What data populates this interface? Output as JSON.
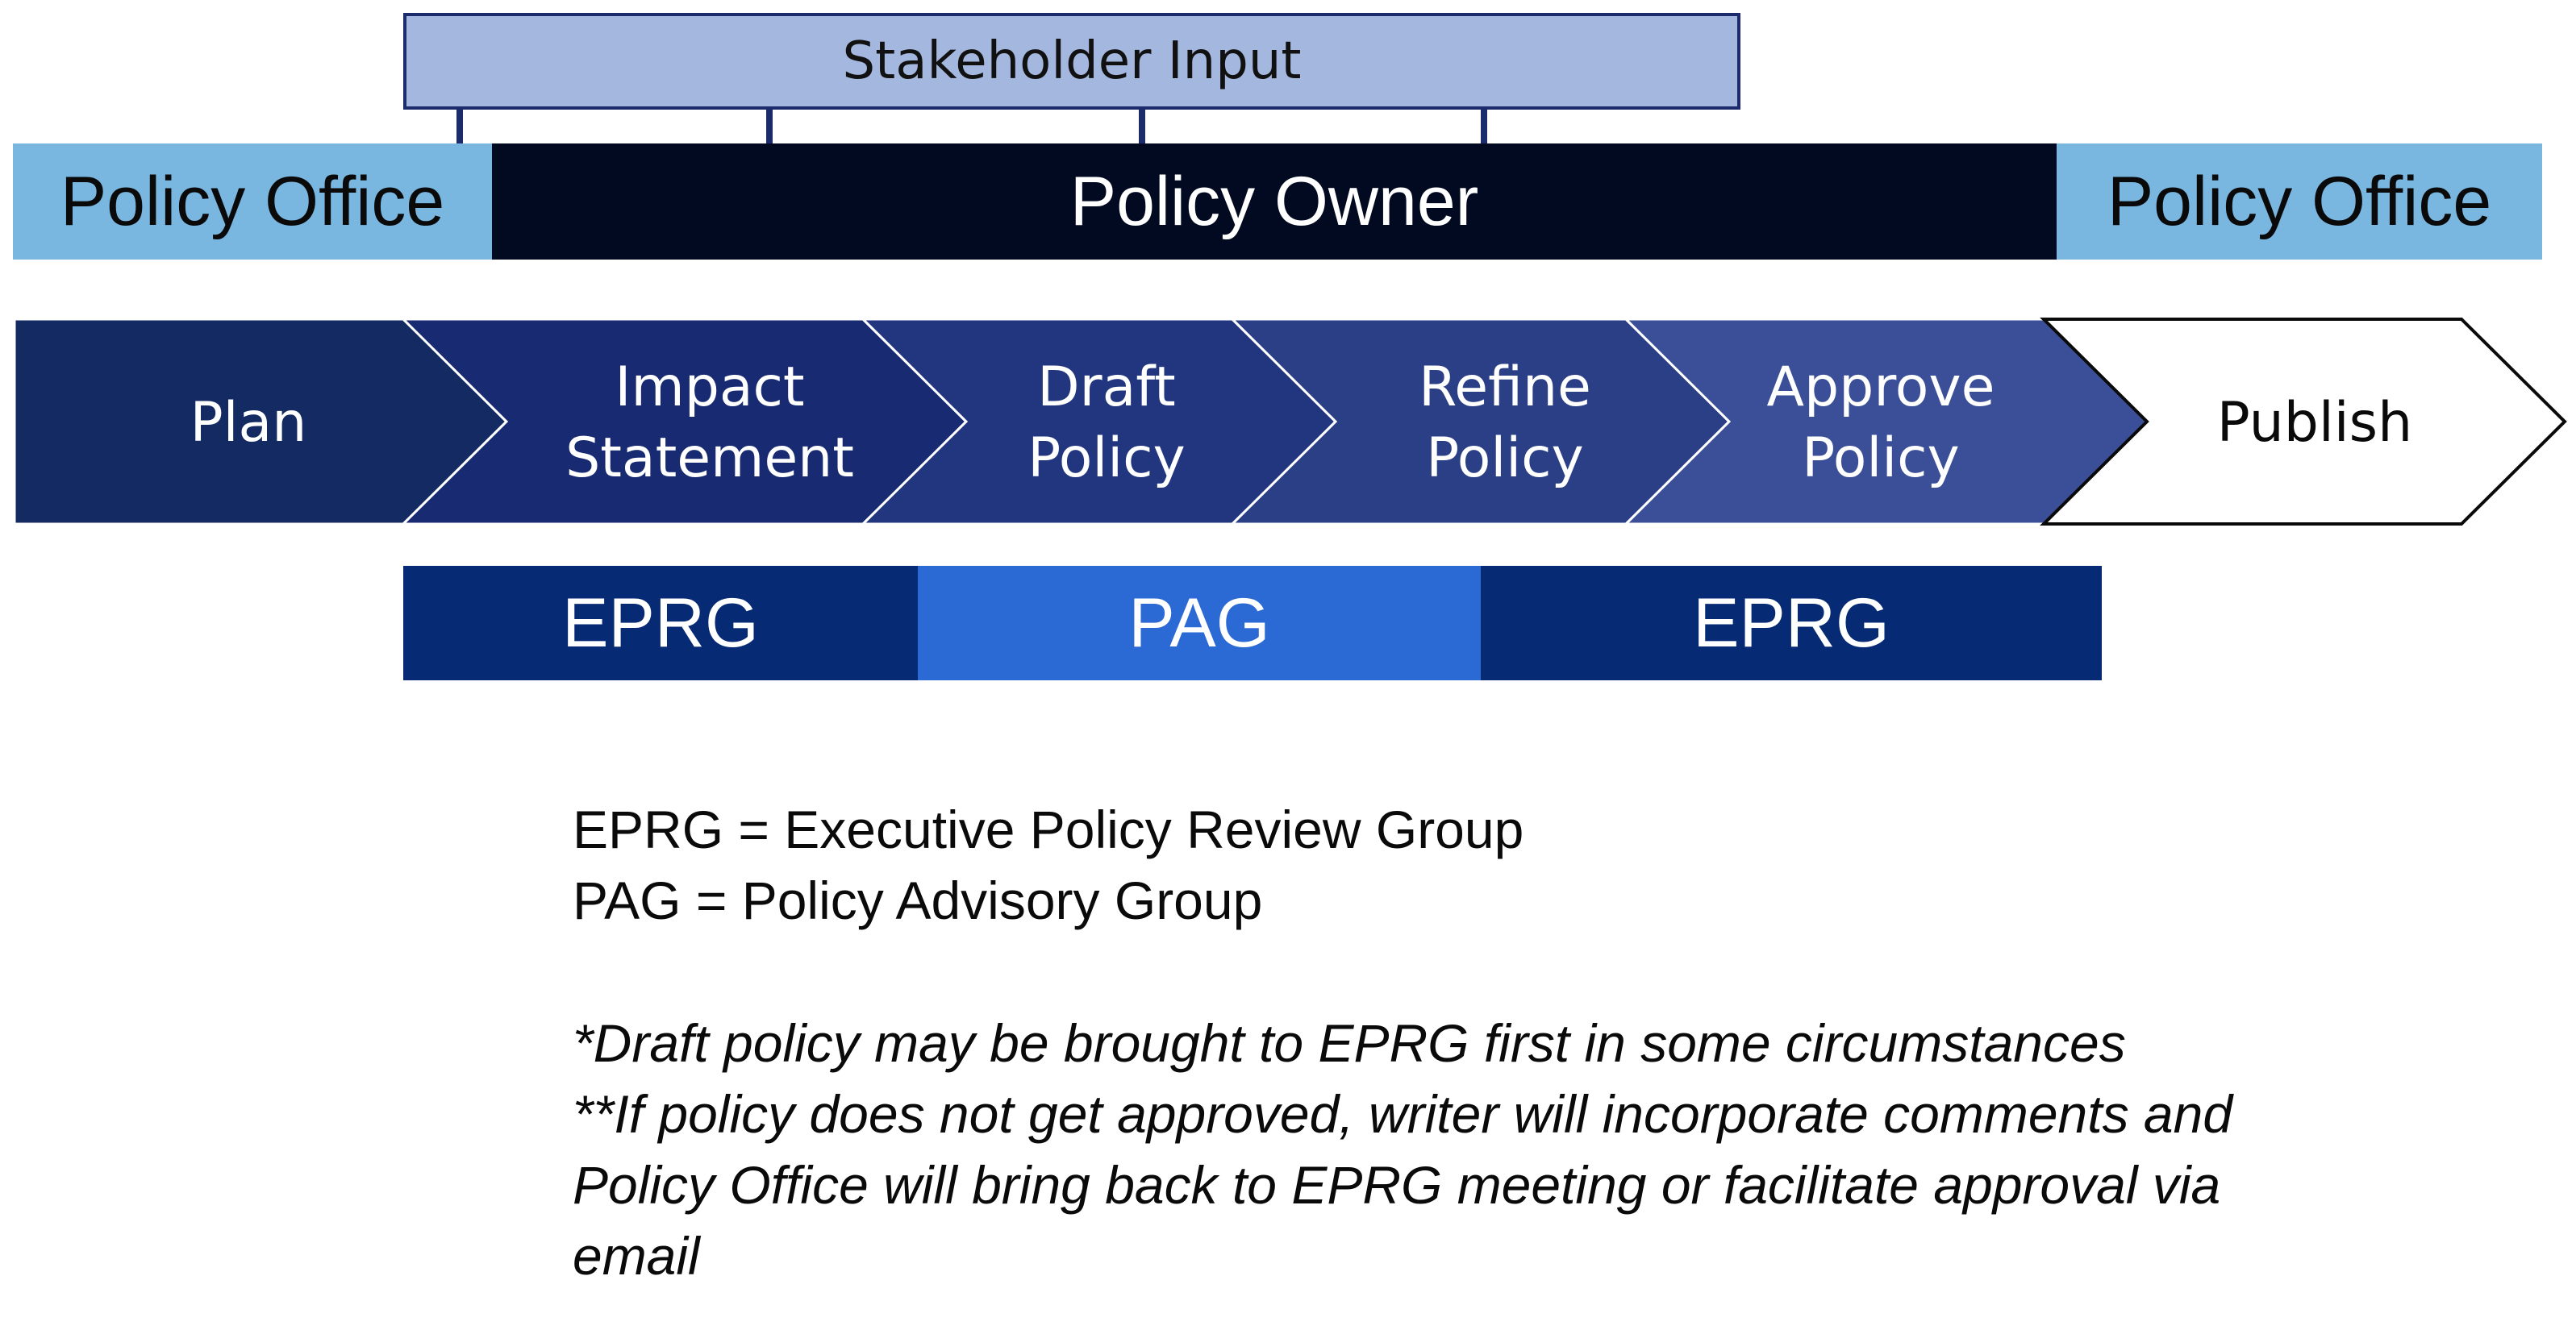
{
  "stakeholder": {
    "label": "Stakeholder Input"
  },
  "roles": [
    {
      "label": "Policy Office"
    },
    {
      "label": "Policy Owner"
    },
    {
      "label": "Policy Office"
    }
  ],
  "steps": [
    {
      "lines": [
        "Plan"
      ],
      "fill": "#142a62"
    },
    {
      "lines": [
        "Impact",
        "Statement"
      ],
      "fill": "#182b72"
    },
    {
      "lines": [
        "Draft",
        "Policy"
      ],
      "fill": "#22367f"
    },
    {
      "lines": [
        "Refine",
        "Policy"
      ],
      "fill": "#2b3f87"
    },
    {
      "lines": [
        "Approve",
        "Policy"
      ],
      "fill": "#3a4f97"
    },
    {
      "lines": [
        "Publish"
      ],
      "fill": "#ffffff"
    }
  ],
  "groups": [
    {
      "label": "EPRG"
    },
    {
      "label": "PAG"
    },
    {
      "label": "EPRG"
    }
  ],
  "legend": [
    "EPRG = Executive Policy Review Group",
    "PAG = Policy Advisory Group"
  ],
  "notes": [
    "*Draft policy may be brought to EPRG first in some circumstances",
    "**If policy does not get approved, writer will incorporate comments and",
    "Policy Office will bring back to EPRG meeting or facilitate approval via",
    "email"
  ],
  "colors": {
    "stakeholder_fill": "#a4b7df",
    "policy_office": "#79b7e1",
    "policy_owner": "#020a22",
    "eprg": "#062a74",
    "pag": "#2b69d4"
  }
}
